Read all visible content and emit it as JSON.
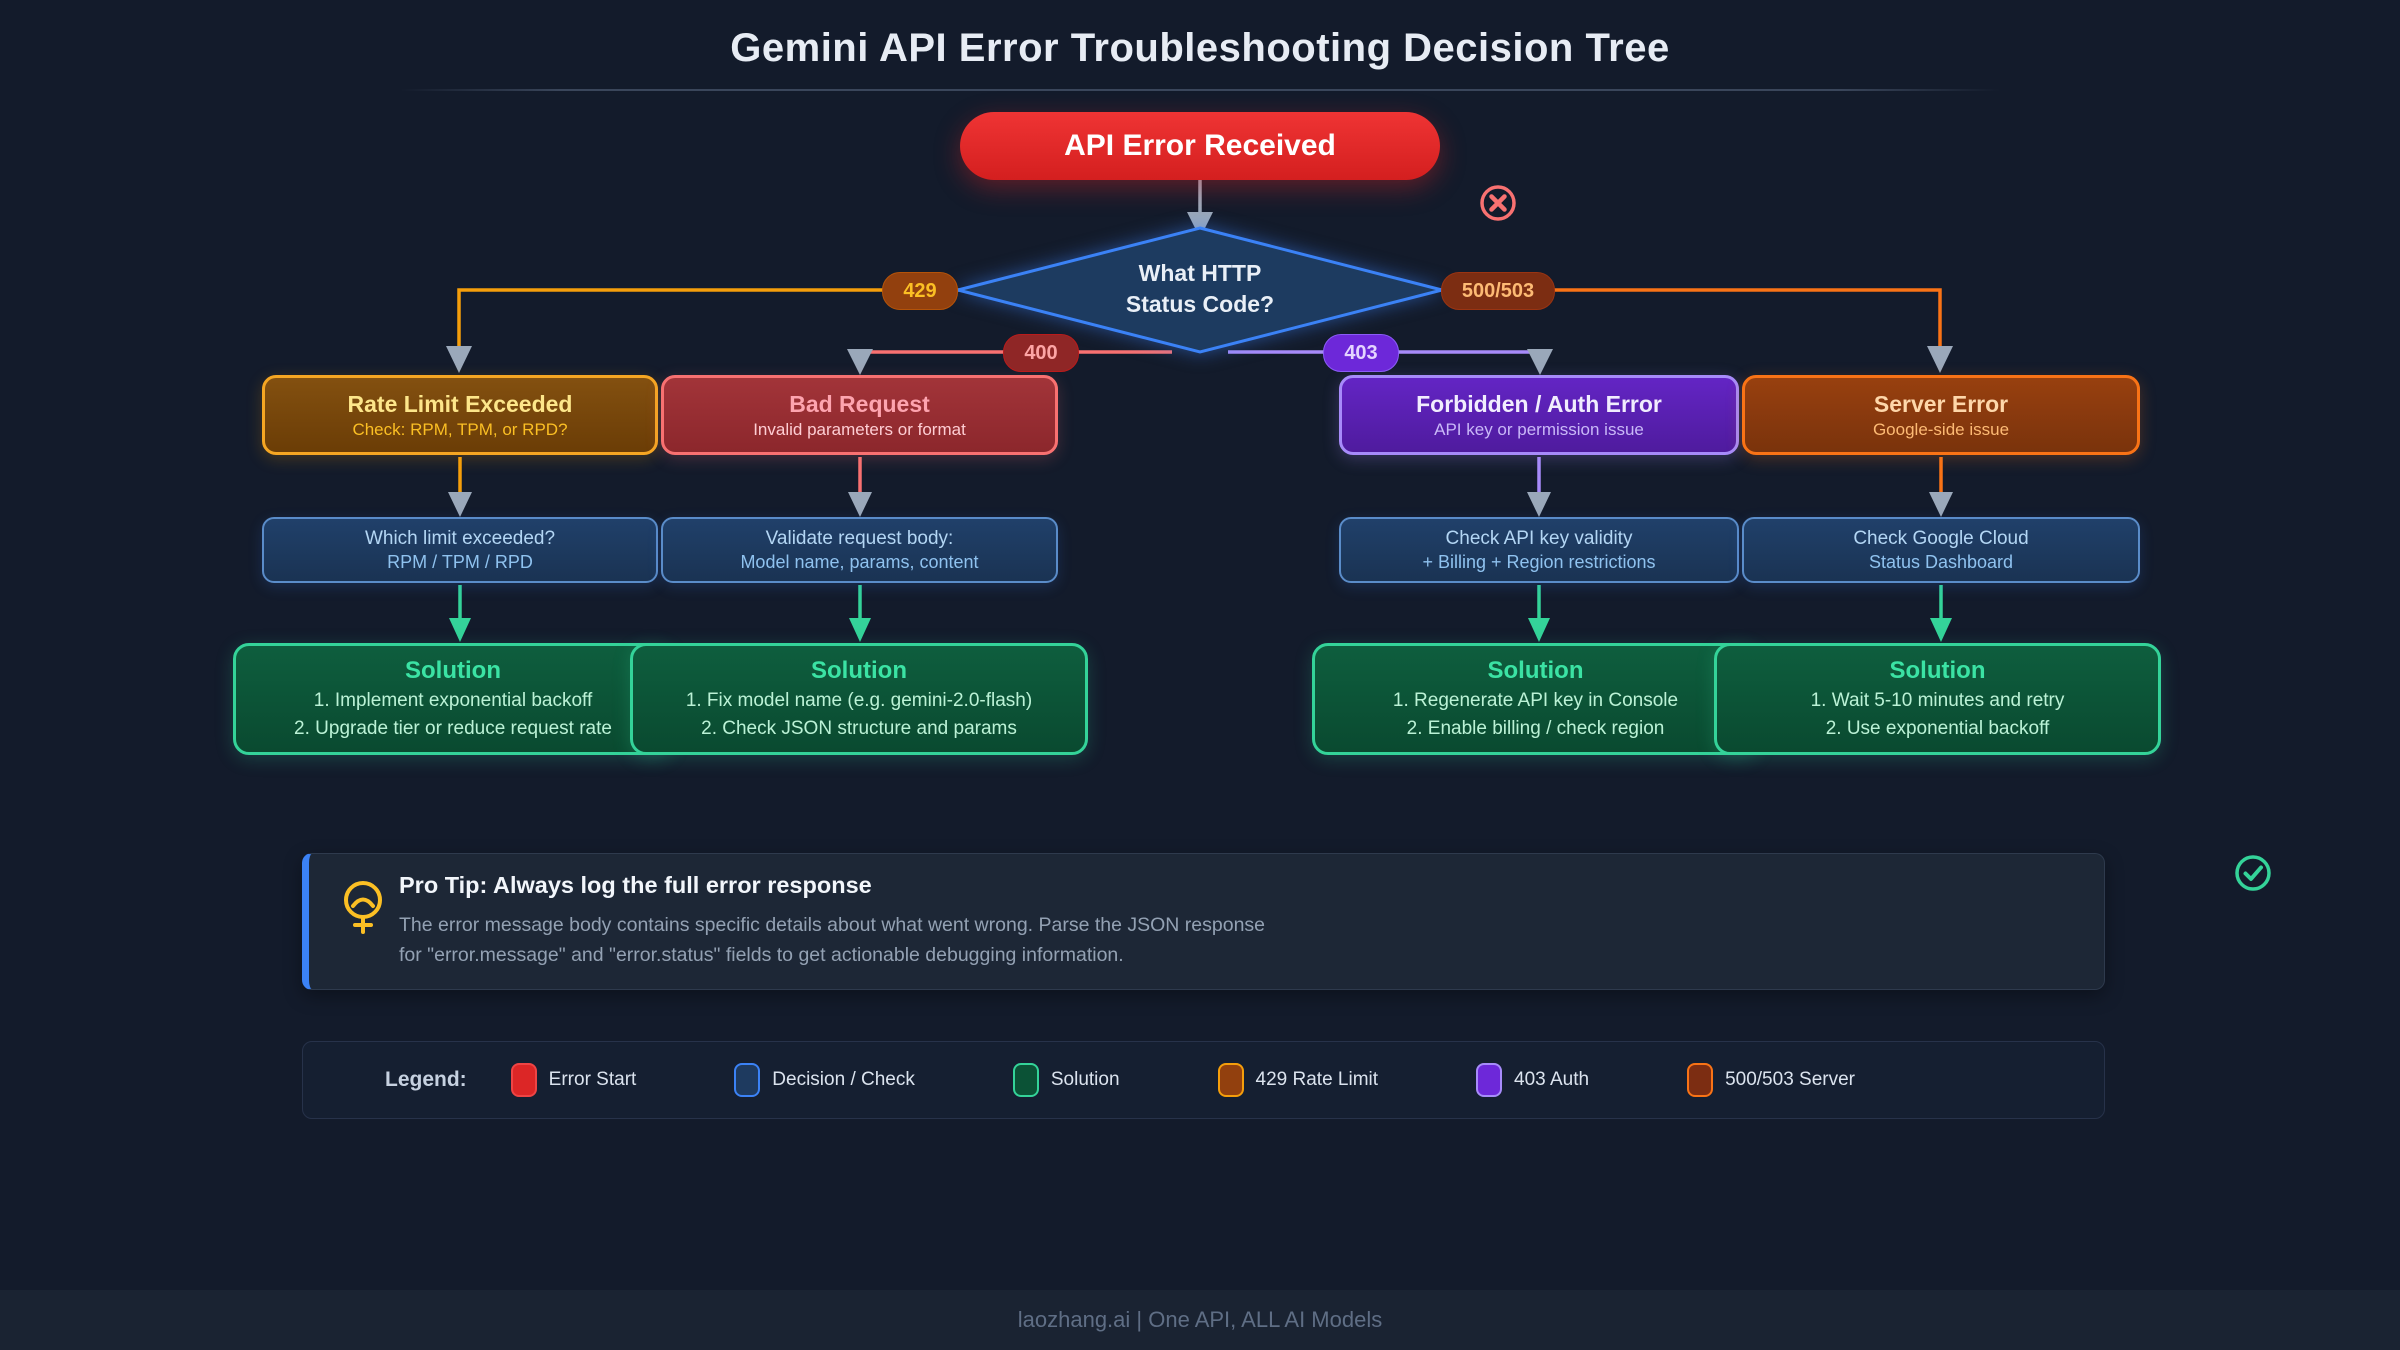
{
  "title": "Gemini API Error Troubleshooting Decision Tree",
  "start": {
    "label": "API Error Received"
  },
  "decision": {
    "line1": "What HTTP",
    "line2": "Status Code?"
  },
  "status_badges": {
    "b429": "429",
    "b400": "400",
    "b403": "403",
    "b500": "500/503"
  },
  "branches": [
    {
      "code": "429",
      "color": "#f59e0b",
      "node": {
        "title": "Rate Limit Exceeded",
        "subtitle": "Check: RPM, TPM, or RPD?"
      },
      "check": {
        "line1": "Which limit exceeded?",
        "line2": "RPM / TPM / RPD"
      },
      "solution": {
        "title": "Solution",
        "steps": [
          "1. Implement exponential backoff",
          "2. Upgrade tier or reduce request rate"
        ]
      }
    },
    {
      "code": "400",
      "color": "#f87171",
      "node": {
        "title": "Bad Request",
        "subtitle": "Invalid parameters or format"
      },
      "check": {
        "line1": "Validate request body:",
        "line2": "Model name, params, content"
      },
      "solution": {
        "title": "Solution",
        "steps": [
          "1. Fix model name (e.g. gemini-2.0-flash)",
          "2. Check JSON structure and params"
        ]
      }
    },
    {
      "code": "403",
      "color": "#a78bfa",
      "node": {
        "title": "Forbidden / Auth Error",
        "subtitle": "API key or permission issue"
      },
      "check": {
        "line1": "Check API key validity",
        "line2": "+ Billing + Region restrictions"
      },
      "solution": {
        "title": "Solution",
        "steps": [
          "1. Regenerate API key in Console",
          "2. Enable billing / check region"
        ]
      }
    },
    {
      "code": "500/503",
      "color": "#f97316",
      "node": {
        "title": "Server Error",
        "subtitle": "Google-side issue"
      },
      "check": {
        "line1": "Check Google Cloud",
        "line2": "Status Dashboard"
      },
      "solution": {
        "title": "Solution",
        "steps": [
          "1. Wait 5-10 minutes and retry",
          "2. Use exponential backoff"
        ]
      }
    }
  ],
  "pro_tip": {
    "title": "Pro Tip: Always log the full error response",
    "body_line1": "The error message body contains specific details about what went wrong. Parse the JSON response",
    "body_line2": "for \"error.message\" and \"error.status\" fields to get actionable debugging information."
  },
  "legend": {
    "label": "Legend:",
    "items": [
      {
        "label": "Error Start",
        "fill": "#dc2626",
        "border": "#ef4444"
      },
      {
        "label": "Decision / Check",
        "fill": "#1e3a5f",
        "border": "#3b82f6"
      },
      {
        "label": "Solution",
        "fill": "#0b5236",
        "border": "#34d399"
      },
      {
        "label": "429 Rate Limit",
        "fill": "#92400e",
        "border": "#f59e0b"
      },
      {
        "label": "403 Auth",
        "fill": "#6d28d9",
        "border": "#a78bfa"
      },
      {
        "label": "500/503 Server",
        "fill": "#7c2d12",
        "border": "#f97316"
      }
    ]
  },
  "footer": "laozhang.ai | One API, ALL AI Models",
  "icons": {
    "tip": "lightbulb-icon",
    "top_right_of_diamond": "circled-x-icon",
    "right_of_tip": "circled-check-icon"
  },
  "colors": {
    "background": "#131b2b",
    "start_red": "#e02424",
    "decision_blue": "#3b82f6",
    "solution_green": "#34d399",
    "gray_arrow": "#9aa8ba"
  }
}
